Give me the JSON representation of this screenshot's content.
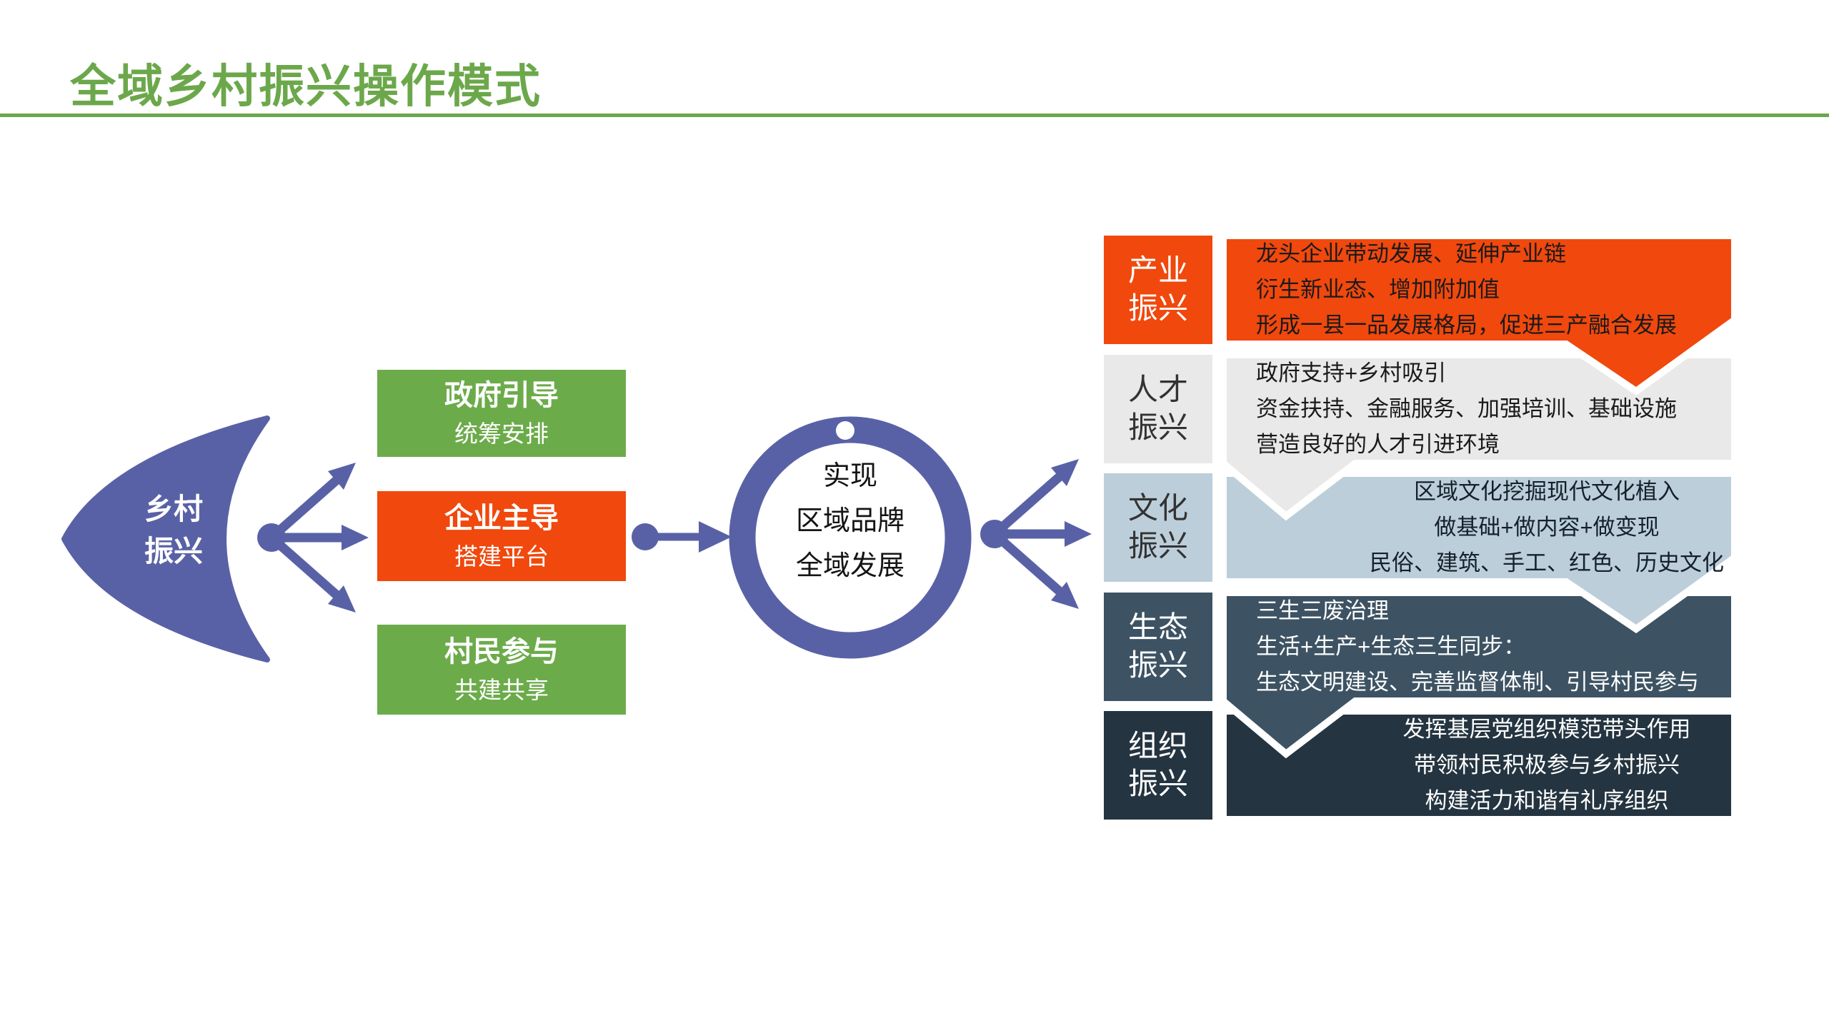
{
  "title": "全域乡村振兴操作模式",
  "colors": {
    "green": "#6CAB4A",
    "orange": "#F0480D",
    "purple": "#5961A6",
    "light_gray": "#E9E9E9",
    "light_blue": "#BCCEDA",
    "slate": "#3D5363",
    "navy": "#243440",
    "white": "#FFFFFF",
    "title_green": "#6CA84B"
  },
  "source": {
    "lines": [
      "乡村",
      "振兴"
    ]
  },
  "pillars": [
    {
      "name": "政府引导",
      "desc": "统筹安排",
      "bg": "#6CAB4A"
    },
    {
      "name": "企业主导",
      "desc": "搭建平台",
      "bg": "#F0480D"
    },
    {
      "name": "村民参与",
      "desc": "共建共享",
      "bg": "#6CAB4A"
    }
  ],
  "goal": {
    "lines": [
      "实现",
      "区域品牌",
      "全域发展"
    ]
  },
  "outcomes": [
    {
      "label": [
        "产业",
        "振兴"
      ],
      "bg": "#F0480D",
      "label_fg": "#FFFFFF",
      "fg": "#1A1A1A",
      "lines": [
        "龙头企业带动发展、延伸产业链",
        "衍生新业态、增加附加值",
        "形成一县一品发展格局，促进三产融合发展"
      ]
    },
    {
      "label": [
        "人才",
        "振兴"
      ],
      "bg": "#E9E9E9",
      "label_fg": "#333333",
      "fg": "#1A1A1A",
      "lines": [
        "政府支持+乡村吸引",
        "资金扶持、金融服务、加强培训、基础设施",
        "营造良好的人才引进环境"
      ]
    },
    {
      "label": [
        "文化",
        "振兴"
      ],
      "bg": "#BCCEDA",
      "label_fg": "#333333",
      "fg": "#15202A",
      "lines": [
        "区域文化挖掘现代文化植入",
        "做基础+做内容+做变现",
        "民俗、建筑、手工、红色、历史文化"
      ]
    },
    {
      "label": [
        "生态",
        "振兴"
      ],
      "bg": "#3D5363",
      "label_fg": "#FFFFFF",
      "fg": "#FFFFFF",
      "lines": [
        "三生三废治理",
        "生活+生产+生态三生同步：",
        "生态文明建设、完善监督体制、引导村民参与"
      ]
    },
    {
      "label": [
        "组织",
        "振兴"
      ],
      "bg": "#243440",
      "label_fg": "#FFFFFF",
      "fg": "#FFFFFF",
      "lines": [
        "发挥基层党组织模范带头作用",
        "带领村民积极参与乡村振兴",
        "构建活力和谐有礼序组织"
      ]
    }
  ]
}
